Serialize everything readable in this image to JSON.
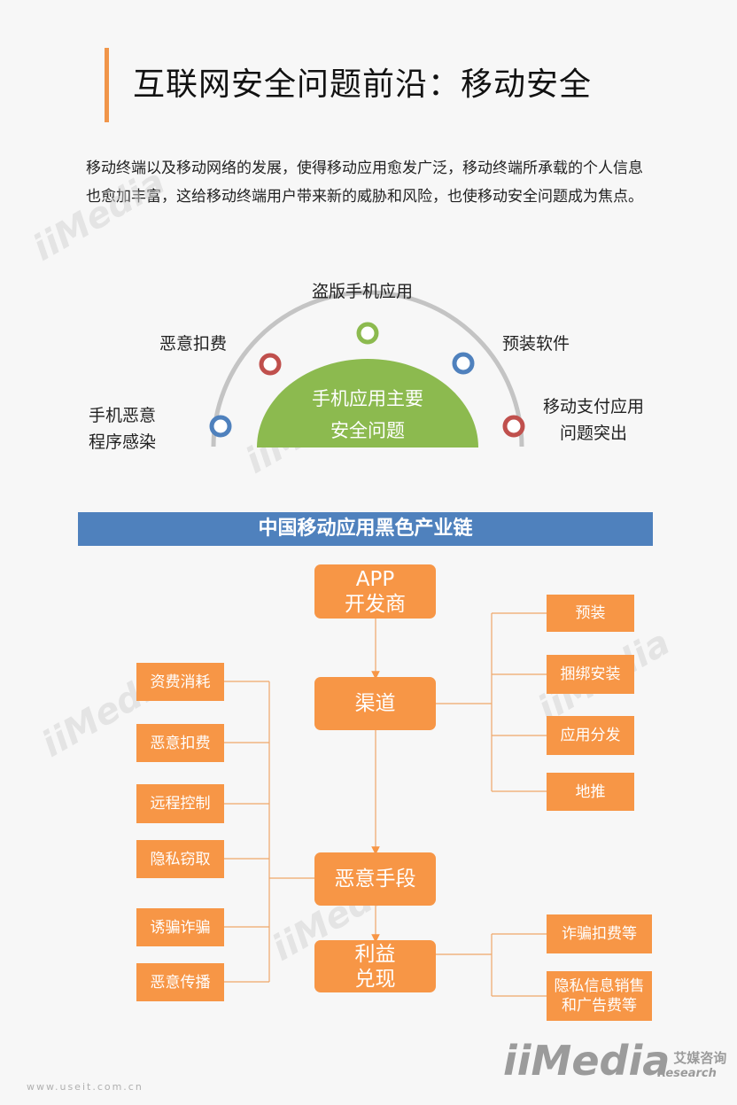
{
  "title": "互联网安全问题前沿：移动安全",
  "intro": "移动终端以及移动网络的发展，使得移动应用愈发广泛，移动终端所承载的个人信息也愈加丰富，这给移动终端用户带来新的威胁和风险，也使移动安全问题成为焦点。",
  "arc": {
    "center_label_line1": "手机应用主要",
    "center_label_line2": "安全问题",
    "dome_color": "#8cba4f",
    "items": [
      {
        "label_line1": "手机恶意",
        "label_line2": "程序感染",
        "dot_color": "#4f81bd"
      },
      {
        "label_line1": "恶意扣费",
        "label_line2": "",
        "dot_color": "#c0504d"
      },
      {
        "label_line1": "盗版手机应用",
        "label_line2": "",
        "dot_color": "#8cba4f"
      },
      {
        "label_line1": "预装软件",
        "label_line2": "",
        "dot_color": "#4f81bd"
      },
      {
        "label_line1": "移动支付应用",
        "label_line2": "问题突出",
        "dot_color": "#c0504d"
      }
    ]
  },
  "chain": {
    "title": "中国移动应用黑色产业链",
    "banner_color": "#4f81bd",
    "box_color": "#f79646",
    "main": {
      "app_line1": "APP",
      "app_line2": "开发商",
      "channel": "渠道",
      "malicious": "恶意手段",
      "profit_line1": "利益",
      "profit_line2": "兑现"
    },
    "channels": [
      "预装",
      "捆绑安装",
      "应用分发",
      "地推"
    ],
    "methods": [
      "资费消耗",
      "恶意扣费",
      "远程控制",
      "隐私窃取",
      "诱骗诈骗",
      "恶意传播"
    ],
    "profits": [
      {
        "line1": "诈骗扣费等",
        "line2": ""
      },
      {
        "line1": "隐私信息销售",
        "line2": "和广告费等"
      }
    ]
  },
  "logo": {
    "dots": "ii",
    "brand": "Media",
    "cn": "艾媒咨询",
    "en": "Research"
  },
  "url": "www.useit.com.cn"
}
